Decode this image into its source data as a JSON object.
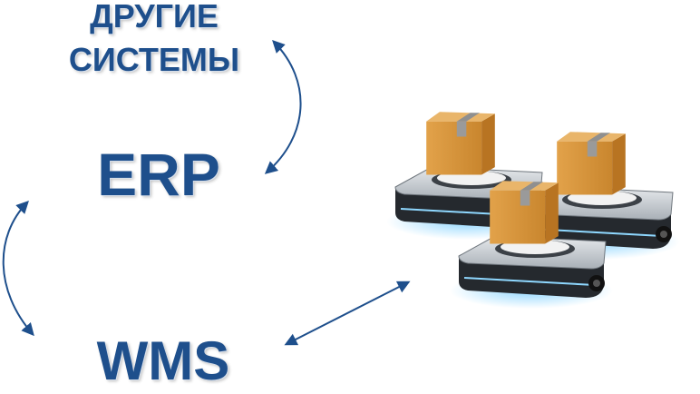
{
  "labels": {
    "other_systems_line1": "ДРУГИЕ",
    "other_systems_line2": "СИСТЕМЫ",
    "erp": "ERP",
    "wms": "WMS"
  },
  "colors": {
    "label_text": "#1e4f8c",
    "arrow": "#1e4f8c",
    "box": "#d9973a",
    "box_shade": "#b87422",
    "tape": "#9a9a9a",
    "robot_body": "#3a3f45",
    "robot_top": "#cfd4d9",
    "robot_glow": "#37b7ff"
  },
  "icons": {
    "robots": "warehouse-robots-with-boxes"
  }
}
